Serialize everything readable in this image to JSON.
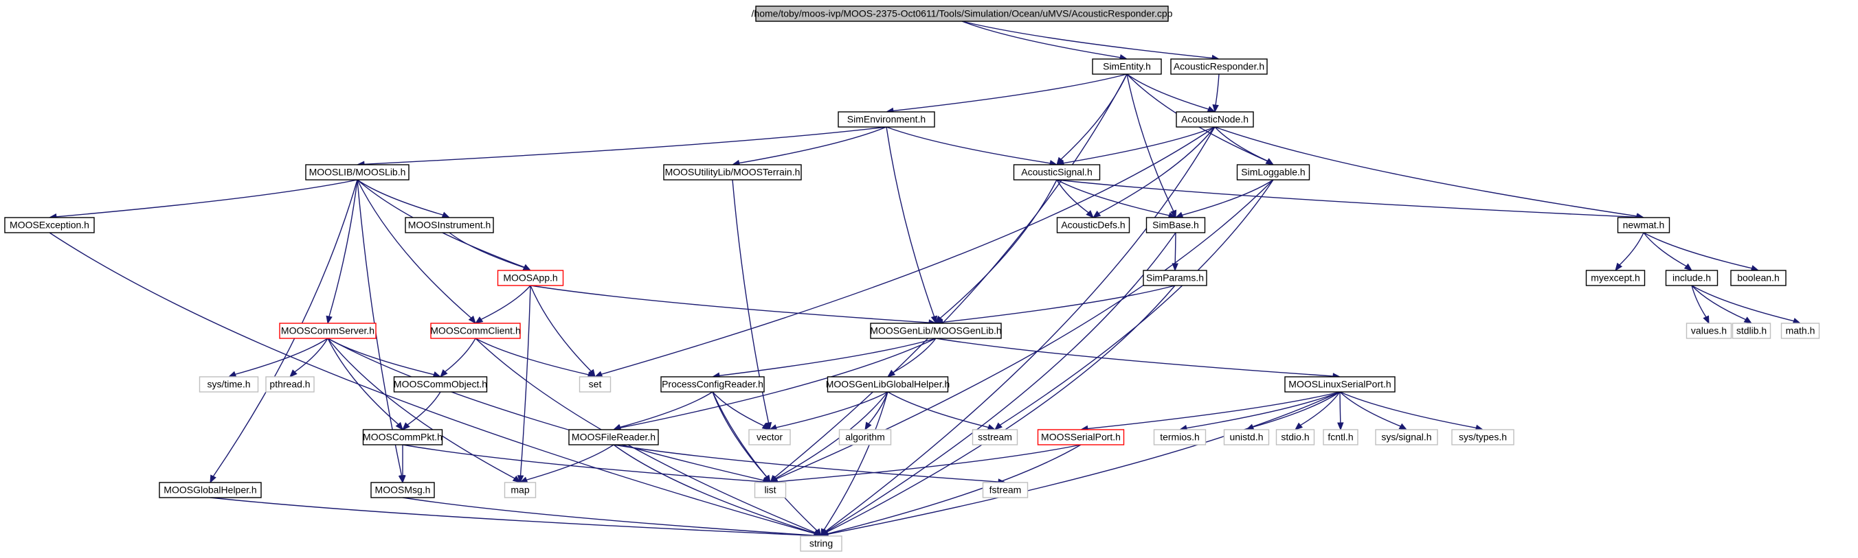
{
  "diagram": {
    "nodes": [
      {
        "id": "root",
        "label": "/home/toby/moos-ivp/MOOS-2375-Oct0611/Tools/Simulation/Ocean/uMVS/AcousticResponder.cpp",
        "style": "root"
      },
      {
        "id": "SimEntity",
        "label": "SimEntity.h",
        "style": "normal"
      },
      {
        "id": "AcousticResponder",
        "label": "AcousticResponder.h",
        "style": "normal"
      },
      {
        "id": "SimEnvironment",
        "label": "SimEnvironment.h",
        "style": "normal"
      },
      {
        "id": "AcousticNode",
        "label": "AcousticNode.h",
        "style": "normal"
      },
      {
        "id": "MOOSLib",
        "label": "MOOSLIB/MOOSLib.h",
        "style": "normal"
      },
      {
        "id": "MOOSTerrain",
        "label": "MOOSUtilityLib/MOOSTerrain.h",
        "style": "normal"
      },
      {
        "id": "AcousticSignal",
        "label": "AcousticSignal.h",
        "style": "normal"
      },
      {
        "id": "SimLoggable",
        "label": "SimLoggable.h",
        "style": "normal"
      },
      {
        "id": "MOOSException",
        "label": "MOOSException.h",
        "style": "normal"
      },
      {
        "id": "MOOSInstrument",
        "label": "MOOSInstrument.h",
        "style": "normal"
      },
      {
        "id": "AcousticDefs",
        "label": "AcousticDefs.h",
        "style": "normal"
      },
      {
        "id": "SimBase",
        "label": "SimBase.h",
        "style": "normal"
      },
      {
        "id": "newmat",
        "label": "newmat.h",
        "style": "normal"
      },
      {
        "id": "MOOSApp",
        "label": "MOOSApp.h",
        "style": "red"
      },
      {
        "id": "SimParams",
        "label": "SimParams.h",
        "style": "normal"
      },
      {
        "id": "myexcept",
        "label": "myexcept.h",
        "style": "normal"
      },
      {
        "id": "include",
        "label": "include.h",
        "style": "normal"
      },
      {
        "id": "boolean",
        "label": "boolean.h",
        "style": "normal"
      },
      {
        "id": "MOOSCommServer",
        "label": "MOOSCommServer.h",
        "style": "red"
      },
      {
        "id": "MOOSCommClient",
        "label": "MOOSCommClient.h",
        "style": "red"
      },
      {
        "id": "MOOSGenLib",
        "label": "MOOSGenLib/MOOSGenLib.h",
        "style": "normal"
      },
      {
        "id": "values",
        "label": "values.h",
        "style": "gray"
      },
      {
        "id": "stdlib",
        "label": "stdlib.h",
        "style": "gray"
      },
      {
        "id": "math",
        "label": "math.h",
        "style": "gray"
      },
      {
        "id": "systime",
        "label": "sys/time.h",
        "style": "gray"
      },
      {
        "id": "pthread",
        "label": "pthread.h",
        "style": "gray"
      },
      {
        "id": "MOOSCommObject",
        "label": "MOOSCommObject.h",
        "style": "normal"
      },
      {
        "id": "set",
        "label": "set",
        "style": "gray"
      },
      {
        "id": "ProcessConfigReader",
        "label": "ProcessConfigReader.h",
        "style": "normal"
      },
      {
        "id": "MOOSGenLibGlobalHelper",
        "label": "MOOSGenLibGlobalHelper.h",
        "style": "normal"
      },
      {
        "id": "MOOSLinuxSerialPort",
        "label": "MOOSLinuxSerialPort.h",
        "style": "normal"
      },
      {
        "id": "MOOSCommPkt",
        "label": "MOOSCommPkt.h",
        "style": "normal"
      },
      {
        "id": "MOOSFileReader",
        "label": "MOOSFileReader.h",
        "style": "normal"
      },
      {
        "id": "vector",
        "label": "vector",
        "style": "gray"
      },
      {
        "id": "algorithm",
        "label": "algorithm",
        "style": "gray"
      },
      {
        "id": "sstream",
        "label": "sstream",
        "style": "gray"
      },
      {
        "id": "MOOSSerialPort",
        "label": "MOOSSerialPort.h",
        "style": "red"
      },
      {
        "id": "termios",
        "label": "termios.h",
        "style": "gray"
      },
      {
        "id": "unistd",
        "label": "unistd.h",
        "style": "gray"
      },
      {
        "id": "stdio",
        "label": "stdio.h",
        "style": "gray"
      },
      {
        "id": "fcntl",
        "label": "fcntl.h",
        "style": "gray"
      },
      {
        "id": "syssignal",
        "label": "sys/signal.h",
        "style": "gray"
      },
      {
        "id": "systypes",
        "label": "sys/types.h",
        "style": "gray"
      },
      {
        "id": "MOOSGlobalHelper",
        "label": "MOOSGlobalHelper.h",
        "style": "normal"
      },
      {
        "id": "MOOSMsg",
        "label": "MOOSMsg.h",
        "style": "normal"
      },
      {
        "id": "map",
        "label": "map",
        "style": "gray"
      },
      {
        "id": "list",
        "label": "list",
        "style": "gray"
      },
      {
        "id": "fstream",
        "label": "fstream",
        "style": "gray"
      },
      {
        "id": "string",
        "label": "string",
        "style": "gray"
      }
    ],
    "edges": [
      [
        "root",
        "SimEntity"
      ],
      [
        "root",
        "AcousticResponder"
      ],
      [
        "SimEntity",
        "SimEnvironment"
      ],
      [
        "SimEntity",
        "AcousticNode"
      ],
      [
        "SimEntity",
        "AcousticSignal"
      ],
      [
        "SimEntity",
        "SimLoggable"
      ],
      [
        "SimEntity",
        "SimBase"
      ],
      [
        "SimEntity",
        "list"
      ],
      [
        "AcousticResponder",
        "AcousticNode"
      ],
      [
        "SimEnvironment",
        "MOOSLib"
      ],
      [
        "SimEnvironment",
        "MOOSTerrain"
      ],
      [
        "SimEnvironment",
        "AcousticSignal"
      ],
      [
        "SimEnvironment",
        "MOOSGenLib"
      ],
      [
        "AcousticNode",
        "AcousticSignal"
      ],
      [
        "AcousticNode",
        "SimLoggable"
      ],
      [
        "AcousticNode",
        "AcousticDefs"
      ],
      [
        "AcousticNode",
        "newmat"
      ],
      [
        "AcousticNode",
        "set"
      ],
      [
        "AcousticNode",
        "string"
      ],
      [
        "MOOSLib",
        "MOOSException"
      ],
      [
        "MOOSLib",
        "MOOSInstrument"
      ],
      [
        "MOOSLib",
        "MOOSApp"
      ],
      [
        "MOOSLib",
        "MOOSCommServer"
      ],
      [
        "MOOSLib",
        "MOOSCommClient"
      ],
      [
        "MOOSLib",
        "MOOSGlobalHelper"
      ],
      [
        "MOOSLib",
        "MOOSMsg"
      ],
      [
        "MOOSTerrain",
        "vector"
      ],
      [
        "AcousticSignal",
        "AcousticDefs"
      ],
      [
        "AcousticSignal",
        "SimBase"
      ],
      [
        "AcousticSignal",
        "newmat"
      ],
      [
        "AcousticSignal",
        "MOOSGenLib"
      ],
      [
        "SimLoggable",
        "SimBase"
      ],
      [
        "SimLoggable",
        "sstream"
      ],
      [
        "SimLoggable",
        "list"
      ],
      [
        "MOOSException",
        "string"
      ],
      [
        "MOOSInstrument",
        "MOOSApp"
      ],
      [
        "SimBase",
        "SimParams"
      ],
      [
        "SimBase",
        "string"
      ],
      [
        "newmat",
        "myexcept"
      ],
      [
        "newmat",
        "include"
      ],
      [
        "newmat",
        "boolean"
      ],
      [
        "MOOSApp",
        "MOOSCommClient"
      ],
      [
        "MOOSApp",
        "MOOSGenLib"
      ],
      [
        "MOOSApp",
        "set"
      ],
      [
        "MOOSApp",
        "map"
      ],
      [
        "SimParams",
        "MOOSGenLib"
      ],
      [
        "SimParams",
        "string"
      ],
      [
        "include",
        "values"
      ],
      [
        "include",
        "stdlib"
      ],
      [
        "include",
        "math"
      ],
      [
        "MOOSCommServer",
        "systime"
      ],
      [
        "MOOSCommServer",
        "pthread"
      ],
      [
        "MOOSCommServer",
        "MOOSCommObject"
      ],
      [
        "MOOSCommServer",
        "MOOSCommPkt"
      ],
      [
        "MOOSCommServer",
        "map"
      ],
      [
        "MOOSCommServer",
        "list"
      ],
      [
        "MOOSCommClient",
        "MOOSCommObject"
      ],
      [
        "MOOSCommClient",
        "set"
      ],
      [
        "MOOSCommClient",
        "string"
      ],
      [
        "MOOSGenLib",
        "ProcessConfigReader"
      ],
      [
        "MOOSGenLib",
        "MOOSGenLibGlobalHelper"
      ],
      [
        "MOOSGenLib",
        "MOOSLinuxSerialPort"
      ],
      [
        "MOOSGenLib",
        "MOOSFileReader"
      ],
      [
        "MOOSCommObject",
        "MOOSCommPkt"
      ],
      [
        "ProcessConfigReader",
        "MOOSFileReader"
      ],
      [
        "ProcessConfigReader",
        "vector"
      ],
      [
        "ProcessConfigReader",
        "list"
      ],
      [
        "ProcessConfigReader",
        "string"
      ],
      [
        "MOOSGenLibGlobalHelper",
        "vector"
      ],
      [
        "MOOSGenLibGlobalHelper",
        "algorithm"
      ],
      [
        "MOOSGenLibGlobalHelper",
        "sstream"
      ],
      [
        "MOOSGenLibGlobalHelper",
        "list"
      ],
      [
        "MOOSGenLibGlobalHelper",
        "string"
      ],
      [
        "MOOSLinuxSerialPort",
        "MOOSSerialPort"
      ],
      [
        "MOOSLinuxSerialPort",
        "termios"
      ],
      [
        "MOOSLinuxSerialPort",
        "unistd"
      ],
      [
        "MOOSLinuxSerialPort",
        "stdio"
      ],
      [
        "MOOSLinuxSerialPort",
        "fcntl"
      ],
      [
        "MOOSLinuxSerialPort",
        "syssignal"
      ],
      [
        "MOOSLinuxSerialPort",
        "systypes"
      ],
      [
        "MOOSLinuxSerialPort",
        "string"
      ],
      [
        "MOOSCommPkt",
        "MOOSMsg"
      ],
      [
        "MOOSCommPkt",
        "list"
      ],
      [
        "MOOSFileReader",
        "map"
      ],
      [
        "MOOSFileReader",
        "fstream"
      ],
      [
        "MOOSFileReader",
        "string"
      ],
      [
        "MOOSSerialPort",
        "list"
      ],
      [
        "MOOSSerialPort",
        "string"
      ],
      [
        "MOOSGlobalHelper",
        "string"
      ],
      [
        "MOOSMsg",
        "string"
      ]
    ],
    "colors": {
      "edge": "#191970",
      "node_border": "#000000",
      "red_border": "#ff0000",
      "gray_border": "#bfbfbf",
      "root_fill": "#bfbfbf"
    }
  }
}
